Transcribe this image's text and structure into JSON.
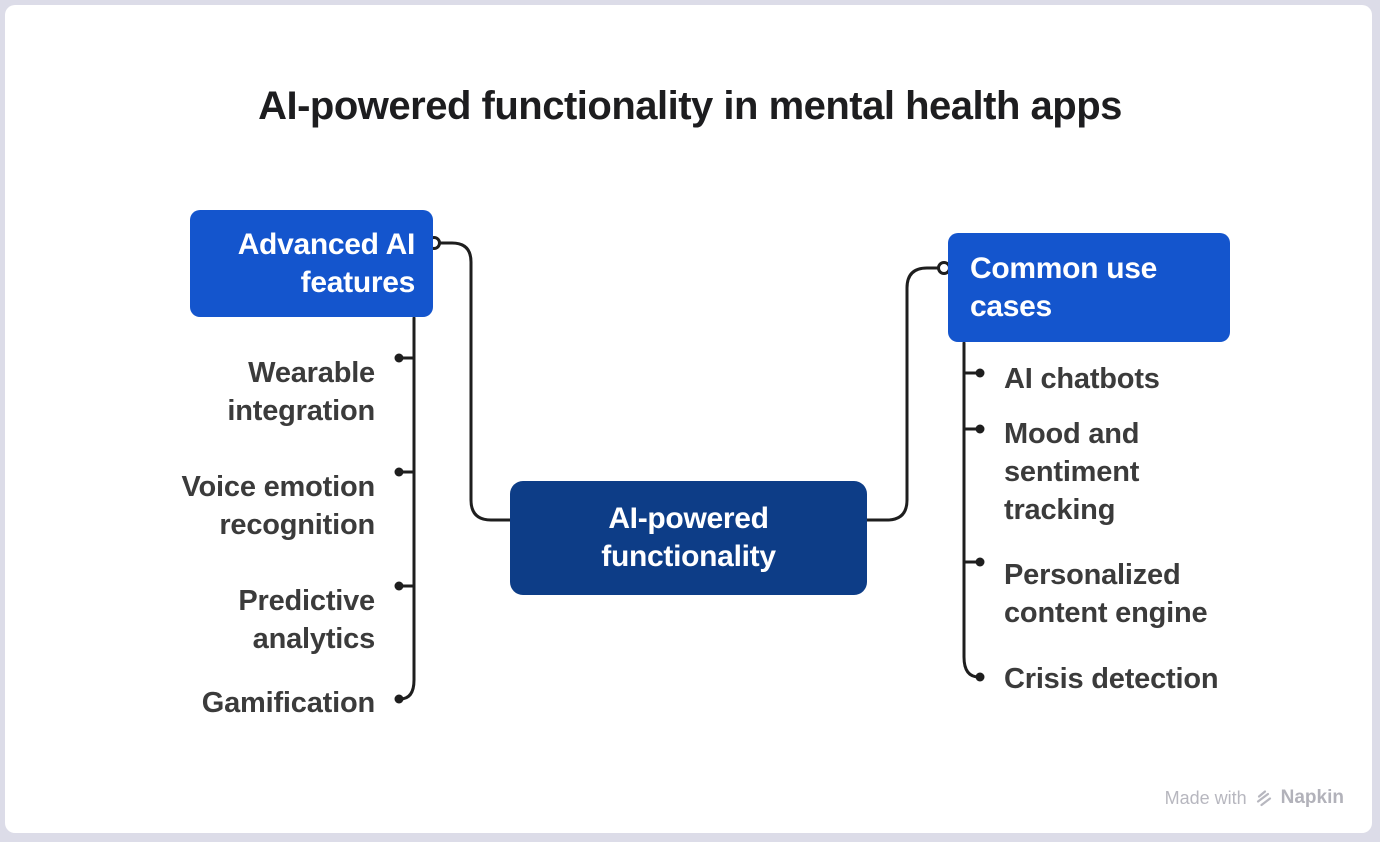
{
  "title": "AI-powered functionality in mental health apps",
  "diagram": {
    "center": {
      "label": "AI-powered\nfunctionality"
    },
    "branches": [
      {
        "label": "Advanced AI\nfeatures",
        "items": [
          "Wearable\nintegration",
          "Voice emotion\nrecognition",
          "Predictive\nanalytics",
          "Gamification"
        ]
      },
      {
        "label": "Common use\ncases",
        "items": [
          "AI chatbots",
          "Mood and\nsentiment\ntracking",
          "Personalized\ncontent engine",
          "Crisis detection"
        ]
      }
    ]
  },
  "colors": {
    "branch_node_bg": "#1455CD",
    "center_node_bg": "#0D3D87",
    "node_text": "#FFFFFF",
    "connector": "#1E1E1E",
    "item_text": "#3B3B3B",
    "title_text": "#1D1D1F",
    "watermark_text": "#B7B7BF",
    "canvas_bg": "#FFFFFF",
    "page_border": "#DCDCE8"
  },
  "watermark": {
    "prefix": "Made with",
    "brand": "Napkin"
  }
}
